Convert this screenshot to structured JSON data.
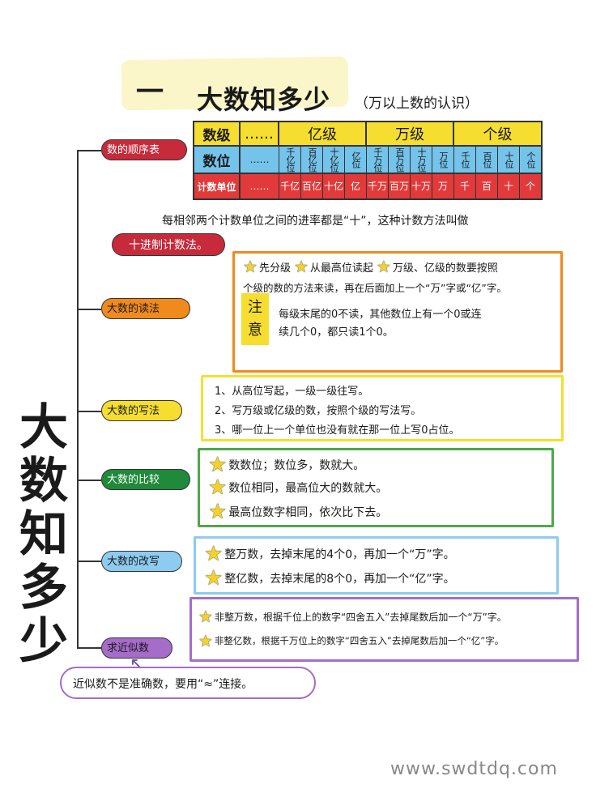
{
  "header": {
    "unit_number": "一",
    "title": "大数知多少",
    "subtitle": "（万以上数的认识）"
  },
  "big_title": [
    "大",
    "数",
    "知",
    "多",
    "少"
  ],
  "categories": {
    "order_table": "数的顺序表",
    "reading": "大数的读法",
    "writing": "大数的写法",
    "comparing": "大数的比较",
    "rewriting": "大数的改写",
    "approximate": "求近似数"
  },
  "place_table": {
    "row_labels": [
      "数级",
      "数位",
      "计数单位"
    ],
    "ellipsis": "……",
    "grades": [
      "亿级",
      "万级",
      "个级"
    ],
    "places": [
      "千亿位",
      "百亿位",
      "十亿位",
      "亿位",
      "千万位",
      "百万位",
      "十万位",
      "万位",
      "千位",
      "百位",
      "十位",
      "个位"
    ],
    "units": [
      "千亿",
      "百亿",
      "十亿",
      "亿",
      "千万",
      "百万",
      "十万",
      "万",
      "千",
      "百",
      "十",
      "个"
    ]
  },
  "decimal_note": "每相邻两个计数单位之间的进率都是“十”，这种计数方法叫做",
  "decimal_term": "十进制计数法。",
  "reading": {
    "rule_1": "先分级",
    "rule_2": "从最高位读起",
    "rule_3": "万级、亿级的数要按照",
    "rule_3_cont": "个级的数的方法来读，再在后面加上一个“万”字或“亿”字。",
    "attention_label": [
      "注",
      "意"
    ],
    "attention_text_1": "每级末尾的0不读，其他数位上有一个0或连",
    "attention_text_2": "续几个0，都只读1个0。"
  },
  "writing": [
    "1、从高位写起，一级一级往写。",
    "2、写万级或亿级的数，按照个级的写法写。",
    "3、哪一位上一个单位也没有就在那一位上写0占位。"
  ],
  "comparing": [
    "数数位；数位多，数就大。",
    "数位相同，最高位大的数就大。",
    "最高位数字相同，依次比下去。"
  ],
  "rewriting": [
    "整万数，去掉末尾的4个0，再加一个“万”字。",
    "整亿数，去掉末尾的8个0，再加一个“亿”字。"
  ],
  "approximate": [
    "非整万数，根据千位上的数字“四舍五入”去掉尾数后加一个“万”字。",
    "非整亿数，根据千万位上的数字“四舍五入”去掉尾数后加一个“亿”字。"
  ],
  "approx_note": "近似数不是准确数，要用“≈”连接。",
  "watermark": "www.swdtdq.com",
  "icons": {
    "star": "star-icon",
    "arrow": "arrow-up-icon"
  },
  "colors": {
    "red": "#c72a3a",
    "orange": "#ef8a1d",
    "yellow": "#f5de2f",
    "green": "#1f8a3a",
    "blue": "#8ecbf0",
    "purple": "#a56cc9"
  }
}
